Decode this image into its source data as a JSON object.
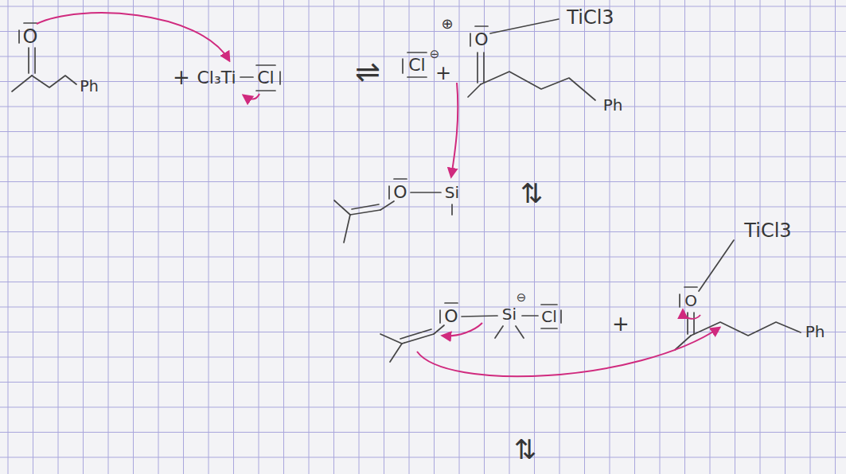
{
  "diagram": {
    "labels": [
      "O",
      "Ph",
      "+",
      "Cl₃Ti",
      "Cl",
      "⇌",
      "Cl",
      "⊖",
      "+",
      "⊕",
      "O",
      "TiCl3",
      "Ph",
      "O",
      "Si",
      "⇅",
      "O",
      "Si",
      "⊖",
      "Cl",
      "+",
      "O",
      "TiCl3",
      "Ph",
      "⇅"
    ]
  }
}
